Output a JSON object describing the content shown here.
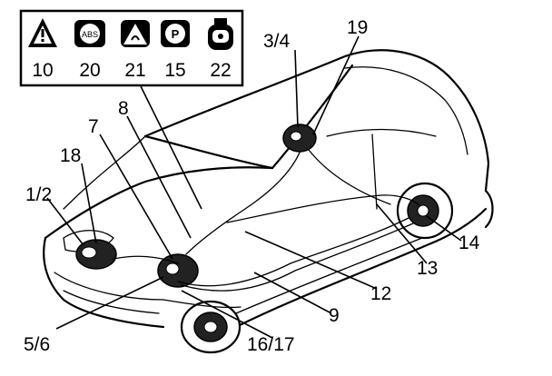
{
  "legend": {
    "items": [
      {
        "icon": "warning-triangle-icon",
        "number": "10"
      },
      {
        "icon": "abs-lamp-icon",
        "number": "20"
      },
      {
        "icon": "skid-triangle-icon",
        "number": "21"
      },
      {
        "icon": "parking-brake-icon",
        "number": "15"
      },
      {
        "icon": "brake-fluid-reservoir-icon",
        "number": "22"
      }
    ]
  },
  "callouts": {
    "c1_2": "1/2",
    "c18": "18",
    "c7": "7",
    "c8": "8",
    "c3_4": "3/4",
    "c19": "19",
    "c14": "14",
    "c13": "13",
    "c12": "12",
    "c9": "9",
    "c16_17": "16/17",
    "c5_6": "5/6"
  }
}
